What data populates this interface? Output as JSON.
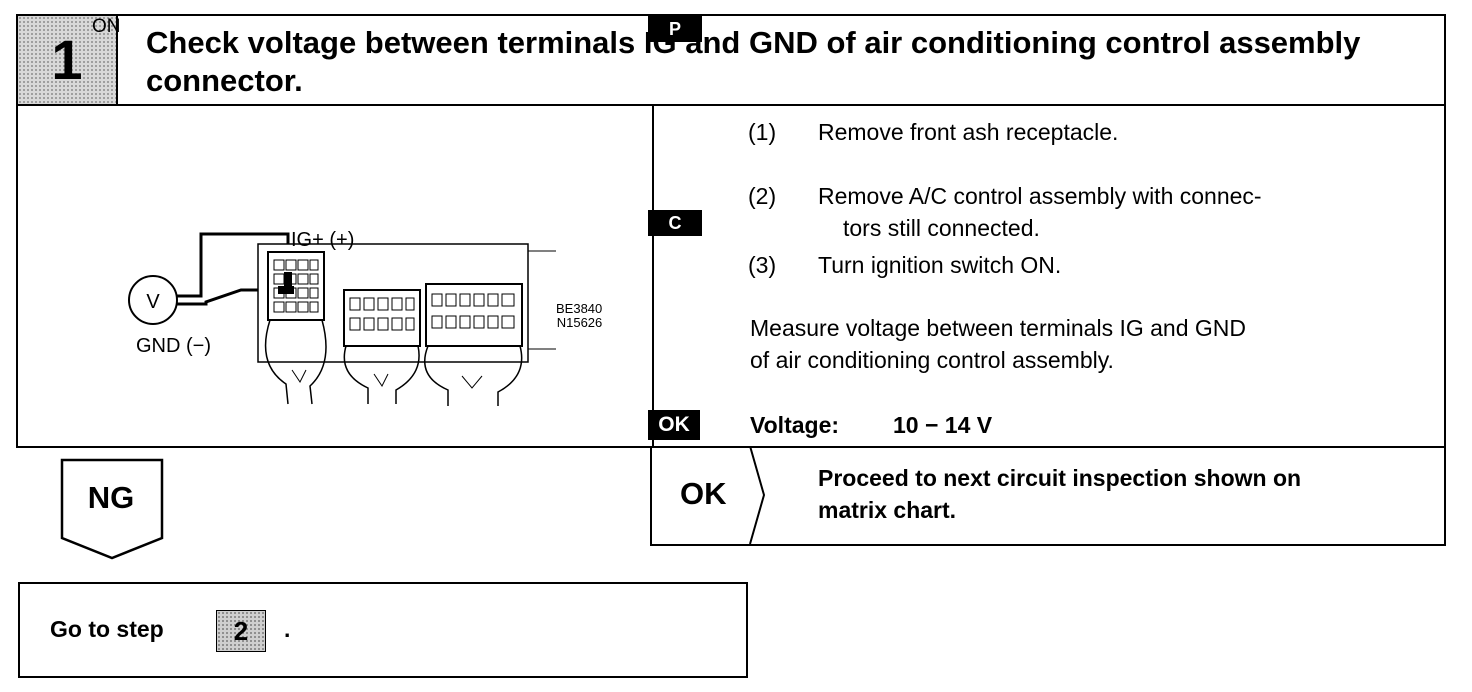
{
  "header": {
    "step_number": "1",
    "title": "Check voltage between terminals IG and GND of air conditioning control assembly connector."
  },
  "diagram": {
    "on_label": "ON",
    "meter_symbol": "V",
    "ig_label": "IG+ (+)",
    "gnd_label": "GND (−)",
    "ref_code_1": "BE3840",
    "ref_code_2": "N15626"
  },
  "procedure": {
    "p_tag": "P",
    "steps": [
      {
        "num": "(1)",
        "lines": [
          "Remove front ash receptacle."
        ]
      },
      {
        "num": "(2)",
        "lines": [
          "Remove A/C control assembly with connec-",
          "tors still connected."
        ]
      },
      {
        "num": "(3)",
        "lines": [
          "Turn ignition switch ON."
        ]
      }
    ],
    "c_tag": "C",
    "check_lines": [
      "Measure voltage between terminals IG and GND",
      "of air conditioning control assembly."
    ],
    "ok_tag": "OK",
    "spec_label": "Voltage:",
    "spec_value": "10 − 14 V"
  },
  "ok_result": {
    "label": "OK",
    "lines": [
      "Proceed to next circuit inspection shown on",
      "matrix chart."
    ]
  },
  "ng_result": {
    "label": "NG",
    "goto_text": "Go to step",
    "goto_step": "2",
    "goto_suffix": "."
  }
}
